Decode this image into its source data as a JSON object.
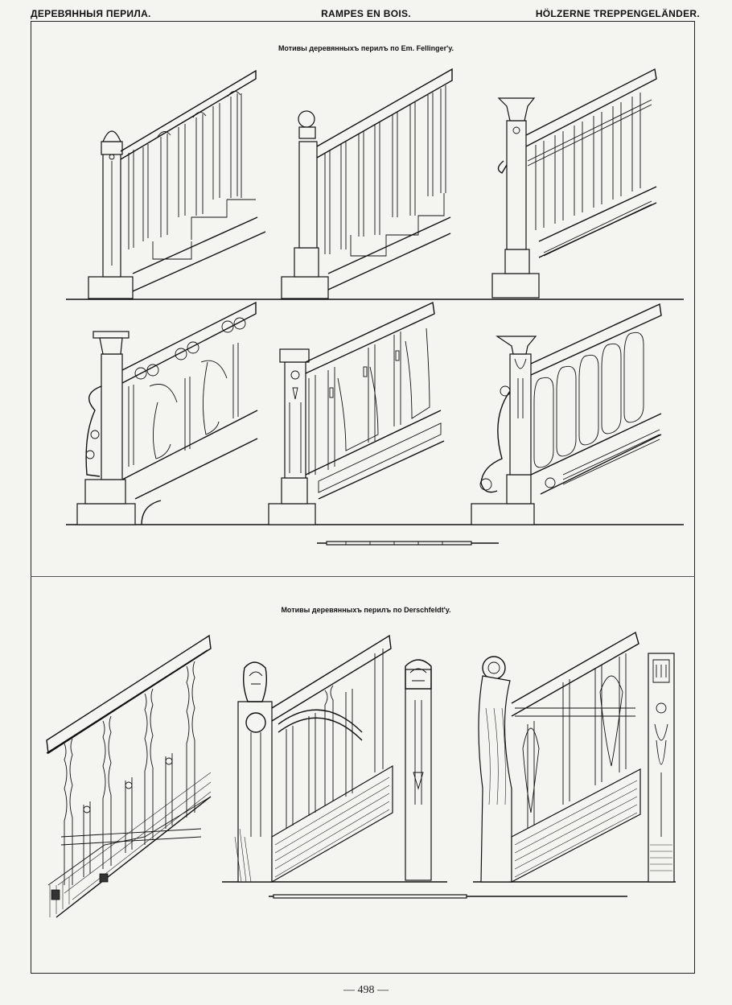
{
  "header": {
    "left": "ДЕРЕВЯННЫЯ ПЕРИЛА.",
    "center": "RAMPES EN BOIS.",
    "right": "HÖLZERNE TREPPENGELÄNDER."
  },
  "sections": [
    {
      "title": "Мотивы деревянныхъ перилъ по Em. Fellinger'y."
    },
    {
      "title": "Мотивы деревянныхъ перилъ по Derschfeldt'y."
    }
  ],
  "footer": {
    "page_number": "— 498 —"
  },
  "illustrations": [
    {
      "name": "fellinger-railing-1"
    },
    {
      "name": "fellinger-railing-2"
    },
    {
      "name": "fellinger-railing-3"
    },
    {
      "name": "fellinger-railing-4"
    },
    {
      "name": "fellinger-railing-5"
    },
    {
      "name": "fellinger-railing-6"
    },
    {
      "name": "derschfeldt-railing-1"
    },
    {
      "name": "derschfeldt-railing-2"
    },
    {
      "name": "derschfeldt-railing-3"
    }
  ]
}
